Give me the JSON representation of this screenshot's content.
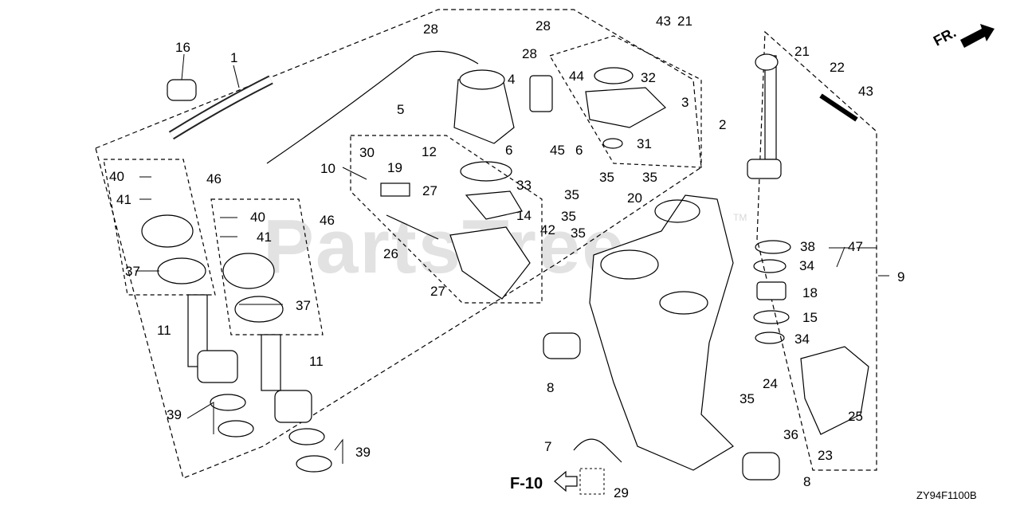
{
  "watermark": {
    "text": "PartsTree",
    "tm": "TM"
  },
  "fr_label": "FR.",
  "ref_label": "F-10",
  "diagram_code": "ZY94F1100B",
  "callouts": {
    "c1": "1",
    "c2": "2",
    "c3": "3",
    "c4": "4",
    "c5": "5",
    "c6a": "6",
    "c6b": "6",
    "c7": "7",
    "c8a": "8",
    "c8b": "8",
    "c9": "9",
    "c10": "10",
    "c11a": "11",
    "c11b": "11",
    "c12": "12",
    "c14": "14",
    "c15": "15",
    "c16": "16",
    "c18": "18",
    "c19": "19",
    "c20": "20",
    "c21a": "21",
    "c21b": "21",
    "c22": "22",
    "c23": "23",
    "c24": "24",
    "c25": "25",
    "c26": "26",
    "c27a": "27",
    "c27b": "27",
    "c28a": "28",
    "c28b": "28",
    "c28c": "28",
    "c29": "29",
    "c30": "30",
    "c31": "31",
    "c32": "32",
    "c33": "33",
    "c34a": "34",
    "c34b": "34",
    "c35a": "35",
    "c35b": "35",
    "c35c": "35",
    "c35d": "35",
    "c35e": "35",
    "c35f": "35",
    "c36": "36",
    "c37a": "37",
    "c37b": "37",
    "c38": "38",
    "c39a": "39",
    "c39b": "39",
    "c40a": "40",
    "c40b": "40",
    "c41a": "41",
    "c41b": "41",
    "c42": "42",
    "c43a": "43",
    "c43b": "43",
    "c44": "44",
    "c45": "45",
    "c46a": "46",
    "c46b": "46",
    "c47": "47"
  }
}
